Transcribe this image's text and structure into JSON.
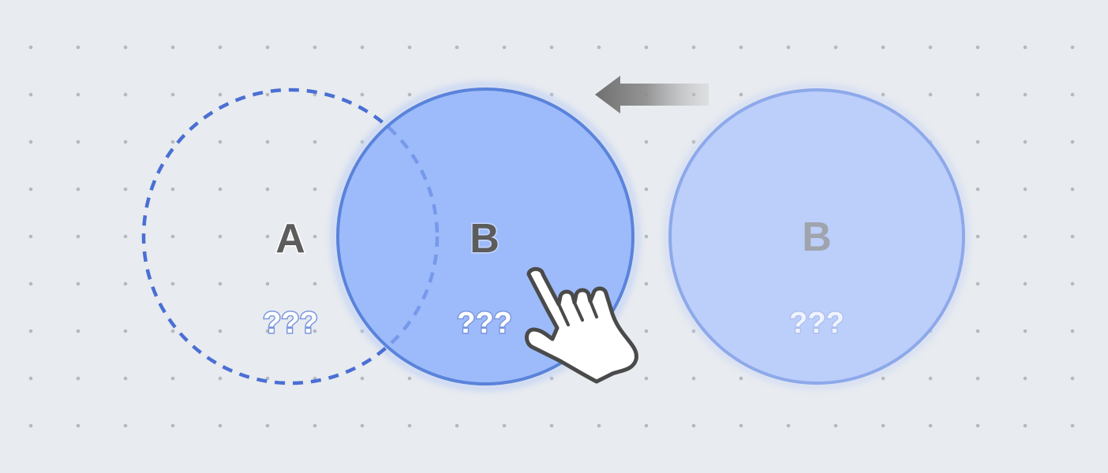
{
  "circles": {
    "a": {
      "letter": "A",
      "caption": "???"
    },
    "b": {
      "letter": "B",
      "caption": "???"
    },
    "b_ghost": {
      "letter": "B",
      "caption": "???"
    }
  },
  "colors": {
    "background": "#e8ebef",
    "grid_dot": "#b4b8bf",
    "dashed_outline": "#4a6fd4",
    "circle_b_fill": "#9dbbfb",
    "circle_b_stroke": "#5a83da",
    "ghost_fill": "#bccefa",
    "ghost_stroke": "#8da9ea",
    "letter": "#5c5c5c",
    "caption_fill": "#ffffff",
    "caption_stroke": "#7b97dc",
    "arrow": "#7a7a7a"
  },
  "icons": {
    "arrow": "arrow-left-icon",
    "cursor": "hand-pointer-icon"
  }
}
